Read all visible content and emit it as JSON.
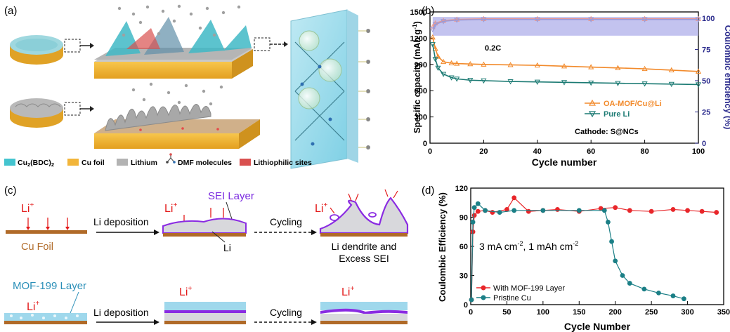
{
  "panel_a": {
    "label": "(a)",
    "legend": [
      {
        "text_pre": "Cu",
        "sub1": "2",
        "mid": "(BDC)",
        "sub2": "2",
        "color": "#44c4cf"
      },
      {
        "text_pre": "Cu foil",
        "color": "#f2b53a"
      },
      {
        "text_pre": "Lithium",
        "color": "#b3b3b3"
      },
      {
        "text_pre": "DMF molecules",
        "icon": "molecule-icon"
      },
      {
        "text_pre": "Lithiophilic sites",
        "color": "#d9504f"
      }
    ]
  },
  "panel_b": {
    "label": "(b)",
    "annotation_rate": "0.2C",
    "annotation_cathode": "Cathode: S@NCs",
    "colors": {
      "oa": "#f28a2b",
      "oa_ce": "#f0988a",
      "pure": "#1b7a73",
      "pure_ce": "#9a9ad8",
      "ce_band": "#b9b8ec"
    }
  },
  "panel_c": {
    "label": "(c)",
    "li_plus": "Li",
    "li_plus_sup": "+",
    "cu_foil": "Cu Foil",
    "li_deposition_1": "Li deposition",
    "sei_layer": "SEI Layer",
    "li": "Li",
    "cycling_1": "Cycling",
    "dendrite_line1": "Li dendrite and",
    "dendrite_line2": "Excess SEI",
    "mof_layer": "MOF-199 Layer",
    "li_deposition_2": "Li deposition",
    "cycling_2": "Cycling"
  },
  "panel_d": {
    "label": "(d)",
    "condition_pre": "3 mA cm",
    "condition_sup1": "-2",
    "condition_mid": ", 1 mAh cm",
    "condition_sup2": "-2",
    "colors": {
      "mof": "#e8262a",
      "cu": "#1b7f86"
    }
  },
  "chart_data": [
    {
      "type": "line",
      "panel": "b",
      "xlabel": "Cycle number",
      "ylabel": "Specific capacity (mAh g",
      "ylabel_sup": "-1",
      "ylabel_tail": ")",
      "y2label": "Coulombic efficiency (%)",
      "xlim": [
        0,
        100
      ],
      "ylim": [
        0,
        1500
      ],
      "y2lim": [
        0,
        105
      ],
      "x_ticks": [
        "0",
        "20",
        "40",
        "60",
        "80",
        "100"
      ],
      "y_ticks": [
        "0",
        "300",
        "600",
        "900",
        "1200",
        "1500"
      ],
      "y2_ticks": [
        "0",
        "25",
        "50",
        "75",
        "100"
      ],
      "legend_position": "center-right",
      "series": [
        {
          "name": "OA-MOF/Cu@Li",
          "axis": "left",
          "marker": "triangle-up",
          "x": [
            1,
            2,
            3,
            5,
            8,
            10,
            15,
            20,
            30,
            40,
            50,
            60,
            70,
            80,
            90,
            100
          ],
          "y": [
            1210,
            1080,
            990,
            930,
            915,
            910,
            905,
            900,
            895,
            890,
            880,
            870,
            860,
            850,
            835,
            820
          ]
        },
        {
          "name": "Pure Li",
          "axis": "left",
          "marker": "triangle-down",
          "x": [
            1,
            2,
            3,
            5,
            8,
            10,
            15,
            20,
            30,
            40,
            50,
            60,
            70,
            80,
            90,
            100
          ],
          "y": [
            1130,
            960,
            860,
            790,
            750,
            735,
            720,
            715,
            705,
            700,
            695,
            690,
            685,
            680,
            675,
            670
          ]
        },
        {
          "name": "",
          "axis": "right",
          "marker": "triangle-up",
          "x": [
            1,
            2,
            5,
            10,
            20,
            40,
            60,
            80,
            100
          ],
          "y": [
            93,
            96,
            98,
            99,
            99.5,
            99.5,
            99.5,
            99.5,
            99.5
          ]
        },
        {
          "name": "",
          "axis": "right",
          "marker": "triangle-down",
          "x": [
            1,
            2,
            5,
            10,
            20,
            40,
            60,
            80,
            100
          ],
          "y": [
            91,
            95,
            97.5,
            98.5,
            99,
            99,
            99,
            99,
            99
          ]
        }
      ]
    },
    {
      "type": "scatter",
      "panel": "d",
      "xlabel": "Cycle Number",
      "ylabel": "Coulombic Efficiency (%)",
      "xlim": [
        0,
        350
      ],
      "ylim": [
        0,
        120
      ],
      "x_ticks": [
        "0",
        "50",
        "100",
        "150",
        "200",
        "250",
        "300",
        "350"
      ],
      "y_ticks": [
        "0",
        "30",
        "60",
        "90",
        "120"
      ],
      "legend_position": "bottom-left",
      "series": [
        {
          "name": "With MOF-199 Layer",
          "marker": "circle",
          "x": [
            1,
            3,
            5,
            10,
            20,
            30,
            50,
            60,
            80,
            100,
            120,
            150,
            180,
            200,
            220,
            250,
            280,
            300,
            320,
            340
          ],
          "y": [
            5,
            75,
            92,
            96,
            97,
            95,
            98,
            110,
            96,
            97,
            98,
            96,
            99,
            100,
            97,
            96,
            98,
            97,
            96,
            95
          ]
        },
        {
          "name": "Pristine Cu",
          "marker": "circle",
          "x": [
            1,
            3,
            5,
            10,
            20,
            40,
            60,
            100,
            150,
            185,
            190,
            195,
            200,
            210,
            220,
            240,
            260,
            280,
            295
          ],
          "y": [
            5,
            85,
            100,
            104,
            97,
            95,
            97,
            97,
            97,
            97,
            85,
            65,
            45,
            30,
            22,
            16,
            12,
            9,
            6
          ]
        }
      ]
    }
  ]
}
